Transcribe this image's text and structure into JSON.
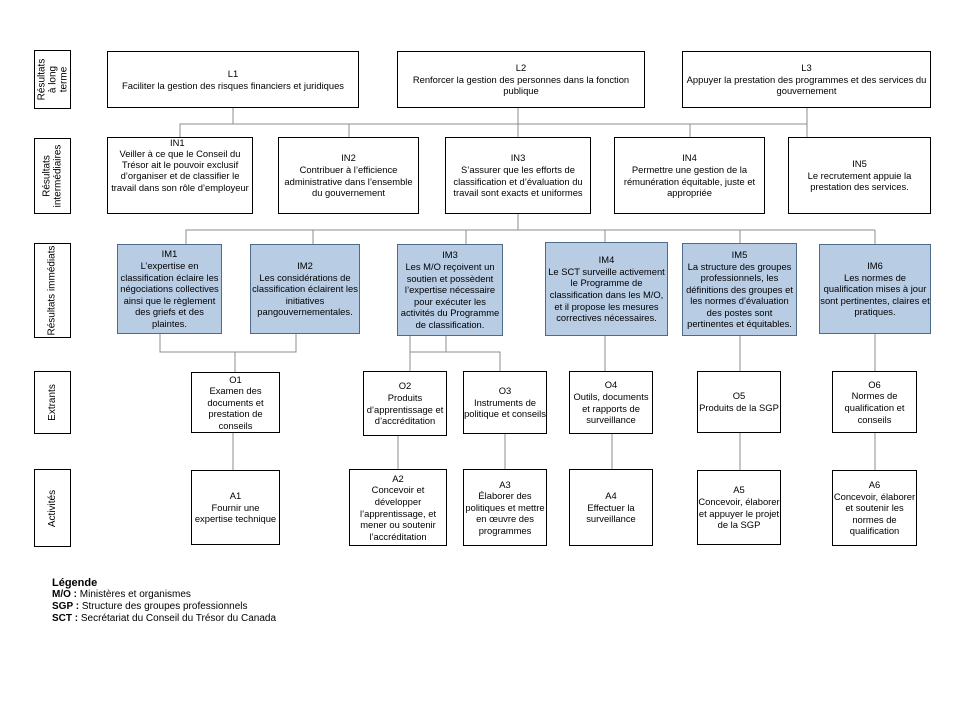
{
  "row_labels": {
    "long_term": "Résultats à long terme",
    "intermediate": "Résultats intermédiaires",
    "immediate": "Résultats immédiats",
    "outputs": "Extrants",
    "activities": "Activités"
  },
  "long_term": [
    {
      "code": "L1",
      "text": "Faciliter la gestion des risques financiers et juridiques"
    },
    {
      "code": "L2",
      "text": "Renforcer la gestion des personnes dans la fonction publique"
    },
    {
      "code": "L3",
      "text": "Appuyer la prestation des programmes et des services du gouvernement"
    }
  ],
  "intermediate": [
    {
      "code": "IN1",
      "text": "Veiller à ce que le Conseil du Trésor ait le pouvoir exclusif d’organiser et de classifier le travail dans son rôle d’employeur"
    },
    {
      "code": "IN2",
      "text": "Contribuer à l’efficience administrative dans l’ensemble du gouvernement"
    },
    {
      "code": "IN3",
      "text": "S’assurer que les efforts de classification et d’évaluation du travail sont exacts et uniformes"
    },
    {
      "code": "IN4",
      "text": "Permettre une gestion de la rémunération équitable, juste et appropriée"
    },
    {
      "code": "IN5",
      "text": "Le recrutement appuie la prestation des services."
    }
  ],
  "immediate": [
    {
      "code": "IM1",
      "text": "L’expertise en classification éclaire les négociations collectives ainsi que le règlement des griefs et des plaintes."
    },
    {
      "code": "IM2",
      "text": "Les considérations de classification éclairent les initiatives pangouvernementales."
    },
    {
      "code": "IM3",
      "text": "Les M/O reçoivent un soutien et possèdent l’expertise nécessaire pour exécuter les activités du Programme de classification."
    },
    {
      "code": "IM4",
      "text": "Le SCT surveille activement le Programme de classification dans les M/O, et il propose les mesures correctives nécessaires."
    },
    {
      "code": "IM5",
      "text": "La structure des groupes professionnels, les définitions des groupes et les normes d’évaluation des postes sont pertinentes et équitables."
    },
    {
      "code": "IM6",
      "text": "Les normes de qualification mises à jour sont pertinentes, claires et pratiques."
    }
  ],
  "outputs": [
    {
      "code": "O1",
      "text": "Examen des documents et prestation de conseils"
    },
    {
      "code": "O2",
      "text": "Produits d’apprentissage et d’accréditation"
    },
    {
      "code": "O3",
      "text": "Instruments de politique et conseils"
    },
    {
      "code": "O4",
      "text": "Outils, documents et rapports de surveillance"
    },
    {
      "code": "O5",
      "text": "Produits de la SGP"
    },
    {
      "code": "O6",
      "text": "Normes de qualification et conseils"
    }
  ],
  "activities": [
    {
      "code": "A1",
      "text": "Fournir une expertise technique"
    },
    {
      "code": "A2",
      "text": "Concevoir et développer l’apprentissage, et mener ou soutenir l’accréditation"
    },
    {
      "code": "A3",
      "text": "Élaborer des politiques et mettre en œuvre des programmes"
    },
    {
      "code": "A4",
      "text": "Effectuer la surveillance"
    },
    {
      "code": "A5",
      "text": "Concevoir, élaborer et appuyer le projet de la SGP"
    },
    {
      "code": "A6",
      "text": "Concevoir, élaborer et soutenir les normes de qualification"
    }
  ],
  "legend": {
    "title": "Légende",
    "items": [
      {
        "abbr": "M/O :",
        "desc": " Ministères et organismes"
      },
      {
        "abbr": "SGP :",
        "desc": " Structure des groupes professionnels"
      },
      {
        "abbr": "SCT :",
        "desc": " Secrétariat du Conseil du Trésor du Canada"
      }
    ]
  },
  "colors": {
    "shaded_box": "#b8cce4",
    "line": "#888888"
  }
}
